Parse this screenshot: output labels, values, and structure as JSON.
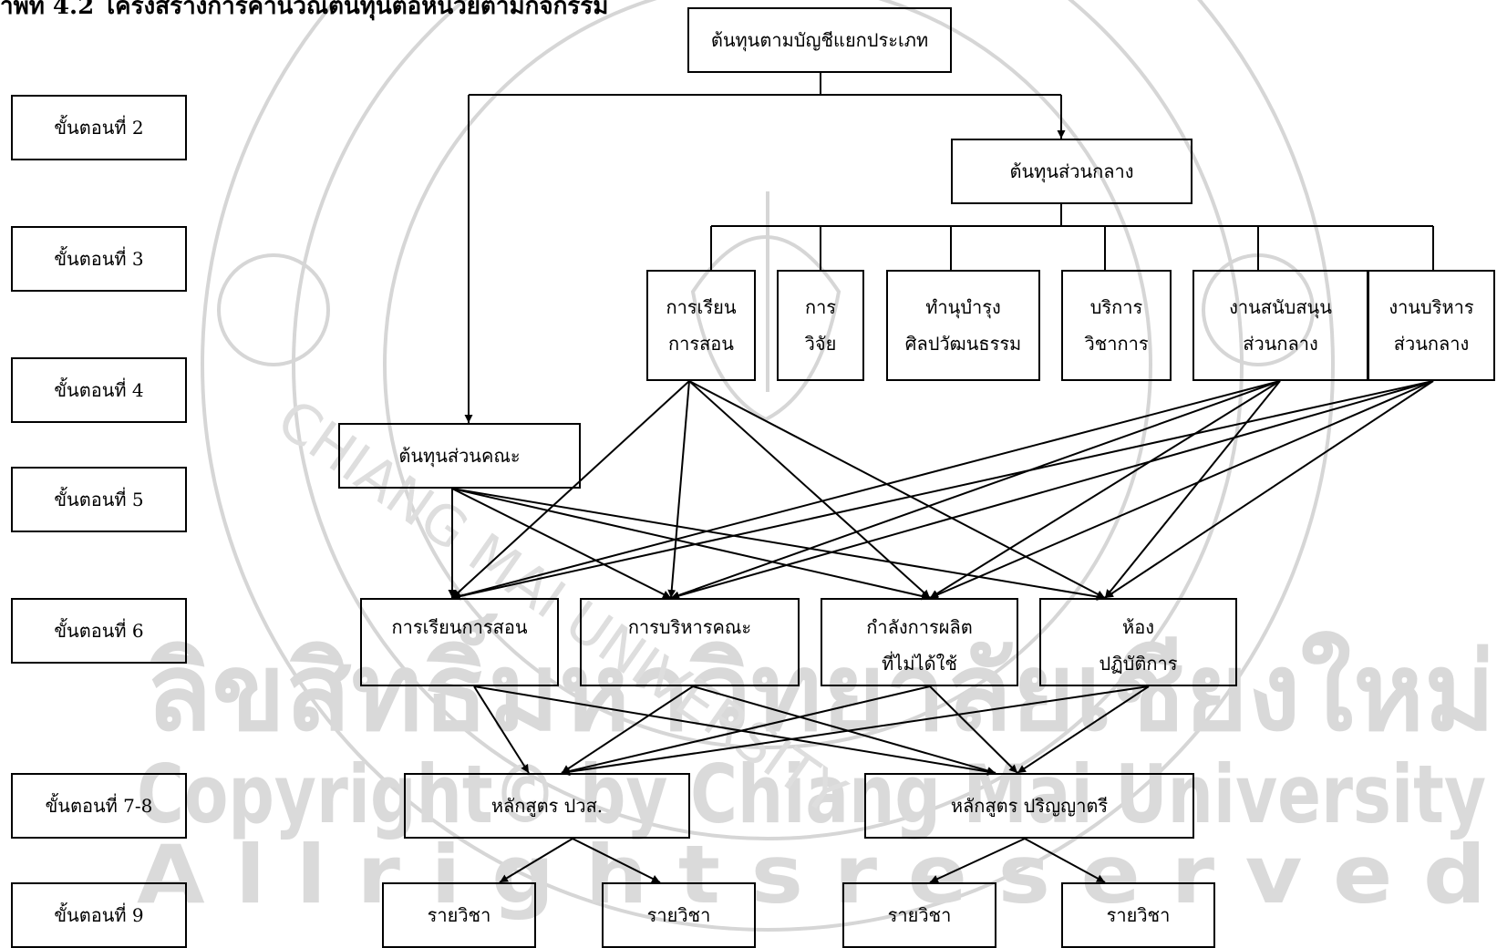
{
  "title": "าพที่ 4.2 โครงสร้างการคำนวณต้นทุนต่อหน่วยตามกิจกรรม",
  "watermark": {
    "line1": "ลิขสิทธิ์มหาวิทยาลัยเชียงใหม่",
    "line2": "Copyright© by Chiang Mai University",
    "line3": "A l l   r i g h t s   r e s e r v e d",
    "seal_text": "CHIANG MAI UNIVERSITY",
    "color": "#cfcfcf"
  },
  "steps": [
    {
      "id": "step-2",
      "label": "ขั้นตอนที่ 2"
    },
    {
      "id": "step-3",
      "label": "ขั้นตอนที่ 3"
    },
    {
      "id": "step-4",
      "label": "ขั้นตอนที่ 4"
    },
    {
      "id": "step-5",
      "label": "ขั้นตอนที่ 5"
    },
    {
      "id": "step-6",
      "label": "ขั้นตอนที่ 6"
    },
    {
      "id": "step-78",
      "label": "ขั้นตอนที่ 7-8"
    },
    {
      "id": "step-9",
      "label": "ขั้นตอนที่  9"
    }
  ],
  "nodes": {
    "root": [
      "ต้นทุนตามบัญชีแยกประเภท"
    ],
    "central": [
      "ต้นทุนส่วนกลาง"
    ],
    "faculty": [
      "ต้นทุนส่วนคณะ"
    ],
    "c1": [
      "การเรียน",
      "การสอน"
    ],
    "c2": [
      "การ",
      "วิจัย"
    ],
    "c3": [
      "ทำนุบำรุง",
      "ศิลปวัฒนธรรม"
    ],
    "c4": [
      "บริการ",
      "วิชาการ"
    ],
    "c5": [
      "งานสนับสนุน",
      "ส่วนกลาง"
    ],
    "c6": [
      "งานบริหาร",
      "ส่วนกลาง"
    ],
    "a1": [
      "การเรียนการสอน"
    ],
    "a2": [
      "การบริหารคณะ"
    ],
    "a3": [
      "กำลังการผลิต",
      "ที่ไม่ได้ใช้"
    ],
    "a4": [
      "ห้อง",
      "ปฏิบัติการ"
    ],
    "p1": [
      "หลักสูตร ปวส."
    ],
    "p2": [
      "หลักสูตร ปริญญาตรี"
    ],
    "s1": [
      "รายวิชา"
    ],
    "s2": [
      "รายวิชา"
    ],
    "s3": [
      "รายวิชา"
    ],
    "s4": [
      "รายวิชา"
    ]
  }
}
